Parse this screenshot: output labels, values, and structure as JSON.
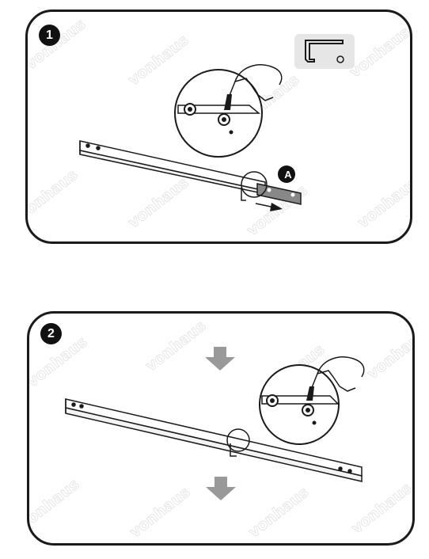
{
  "steps": [
    {
      "number": "1",
      "callout_label": "A"
    },
    {
      "number": "2"
    }
  ],
  "watermark": "vonhaus",
  "icons": {
    "tool": "allen-key-icon",
    "direction_arrow": "arrow-right-icon",
    "down_arrow": "arrow-down-icon"
  }
}
